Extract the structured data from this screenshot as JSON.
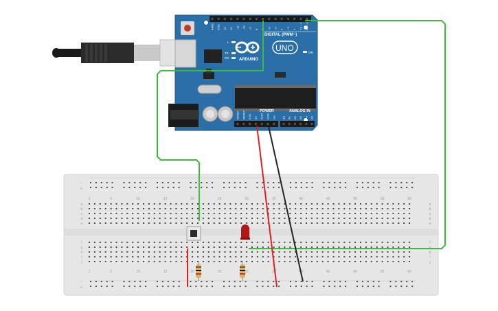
{
  "arduino": {
    "logo_word": "ARDUINO",
    "model": "UNO",
    "digital_label": "DIGITAL (PWM~)",
    "power_label": "POWER",
    "analog_label": "ANALOG IN",
    "led_l": "L",
    "led_tx": "TX",
    "led_rx": "RX",
    "on_label": "ON",
    "digital_pins": [
      "AREF",
      "GND",
      "13",
      "12",
      "~11",
      "~10",
      "~9",
      "8",
      "7",
      "~6",
      "~5",
      "4",
      "~3",
      "2",
      "TX→1",
      "RX←0"
    ],
    "power_pins": [
      "IOREF",
      "RESET",
      "3.3V",
      "5V",
      "GND",
      "GND",
      "Vin"
    ],
    "analog_pins": [
      "A0",
      "A1",
      "A2",
      "A3",
      "A4",
      "A5"
    ]
  },
  "breadboard": {
    "column_numbers": [
      "1",
      "5",
      "10",
      "15",
      "20",
      "25",
      "30",
      "35",
      "40",
      "45",
      "50",
      "55",
      "60"
    ],
    "row_letters_top": [
      "a",
      "b",
      "c",
      "d",
      "e"
    ],
    "row_letters_bottom": [
      "f",
      "g",
      "h",
      "i",
      "j"
    ],
    "rail_minus": "−",
    "rail_plus": "+"
  },
  "colors": {
    "board": "#2a6fa8",
    "wire_green": "#3dbb3d",
    "wire_red": "#e02020",
    "wire_black": "#222222",
    "led": "#b01818",
    "breadboard": "#e6e6e6"
  },
  "icons": {
    "usb": "usb-plug-icon",
    "logo": "arduino-infinity-logo-icon"
  }
}
